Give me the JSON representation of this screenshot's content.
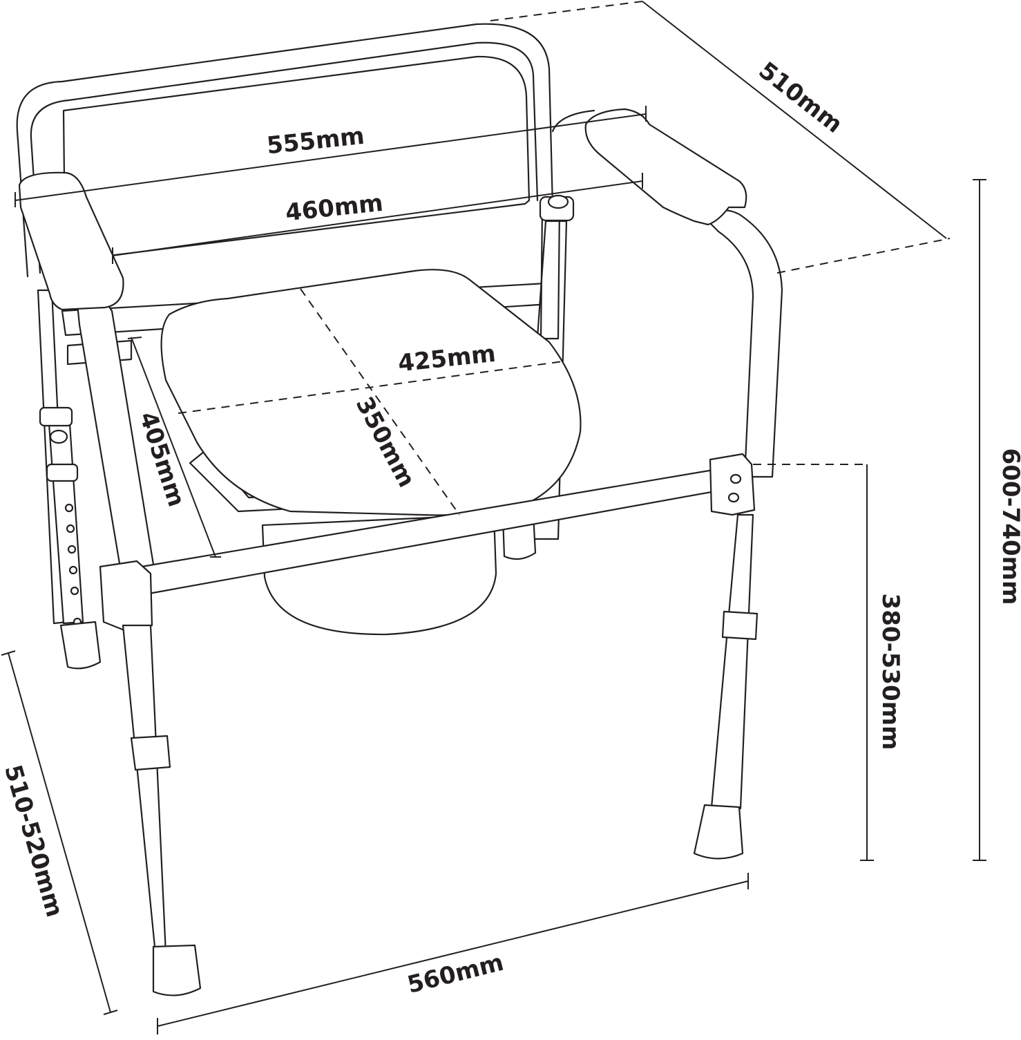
{
  "dimensions": {
    "overall_width_top": "555mm",
    "inner_width": "460mm",
    "depth": "510mm",
    "seat_width": "425mm",
    "seat_depth": "350mm",
    "seat_front_depth": "405mm",
    "overall_height": "600-740mm",
    "seat_height": "380-530mm",
    "base_depth": "510-520mm",
    "base_width": "560mm"
  },
  "colors": {
    "line": "#231f20",
    "background": "#ffffff"
  }
}
